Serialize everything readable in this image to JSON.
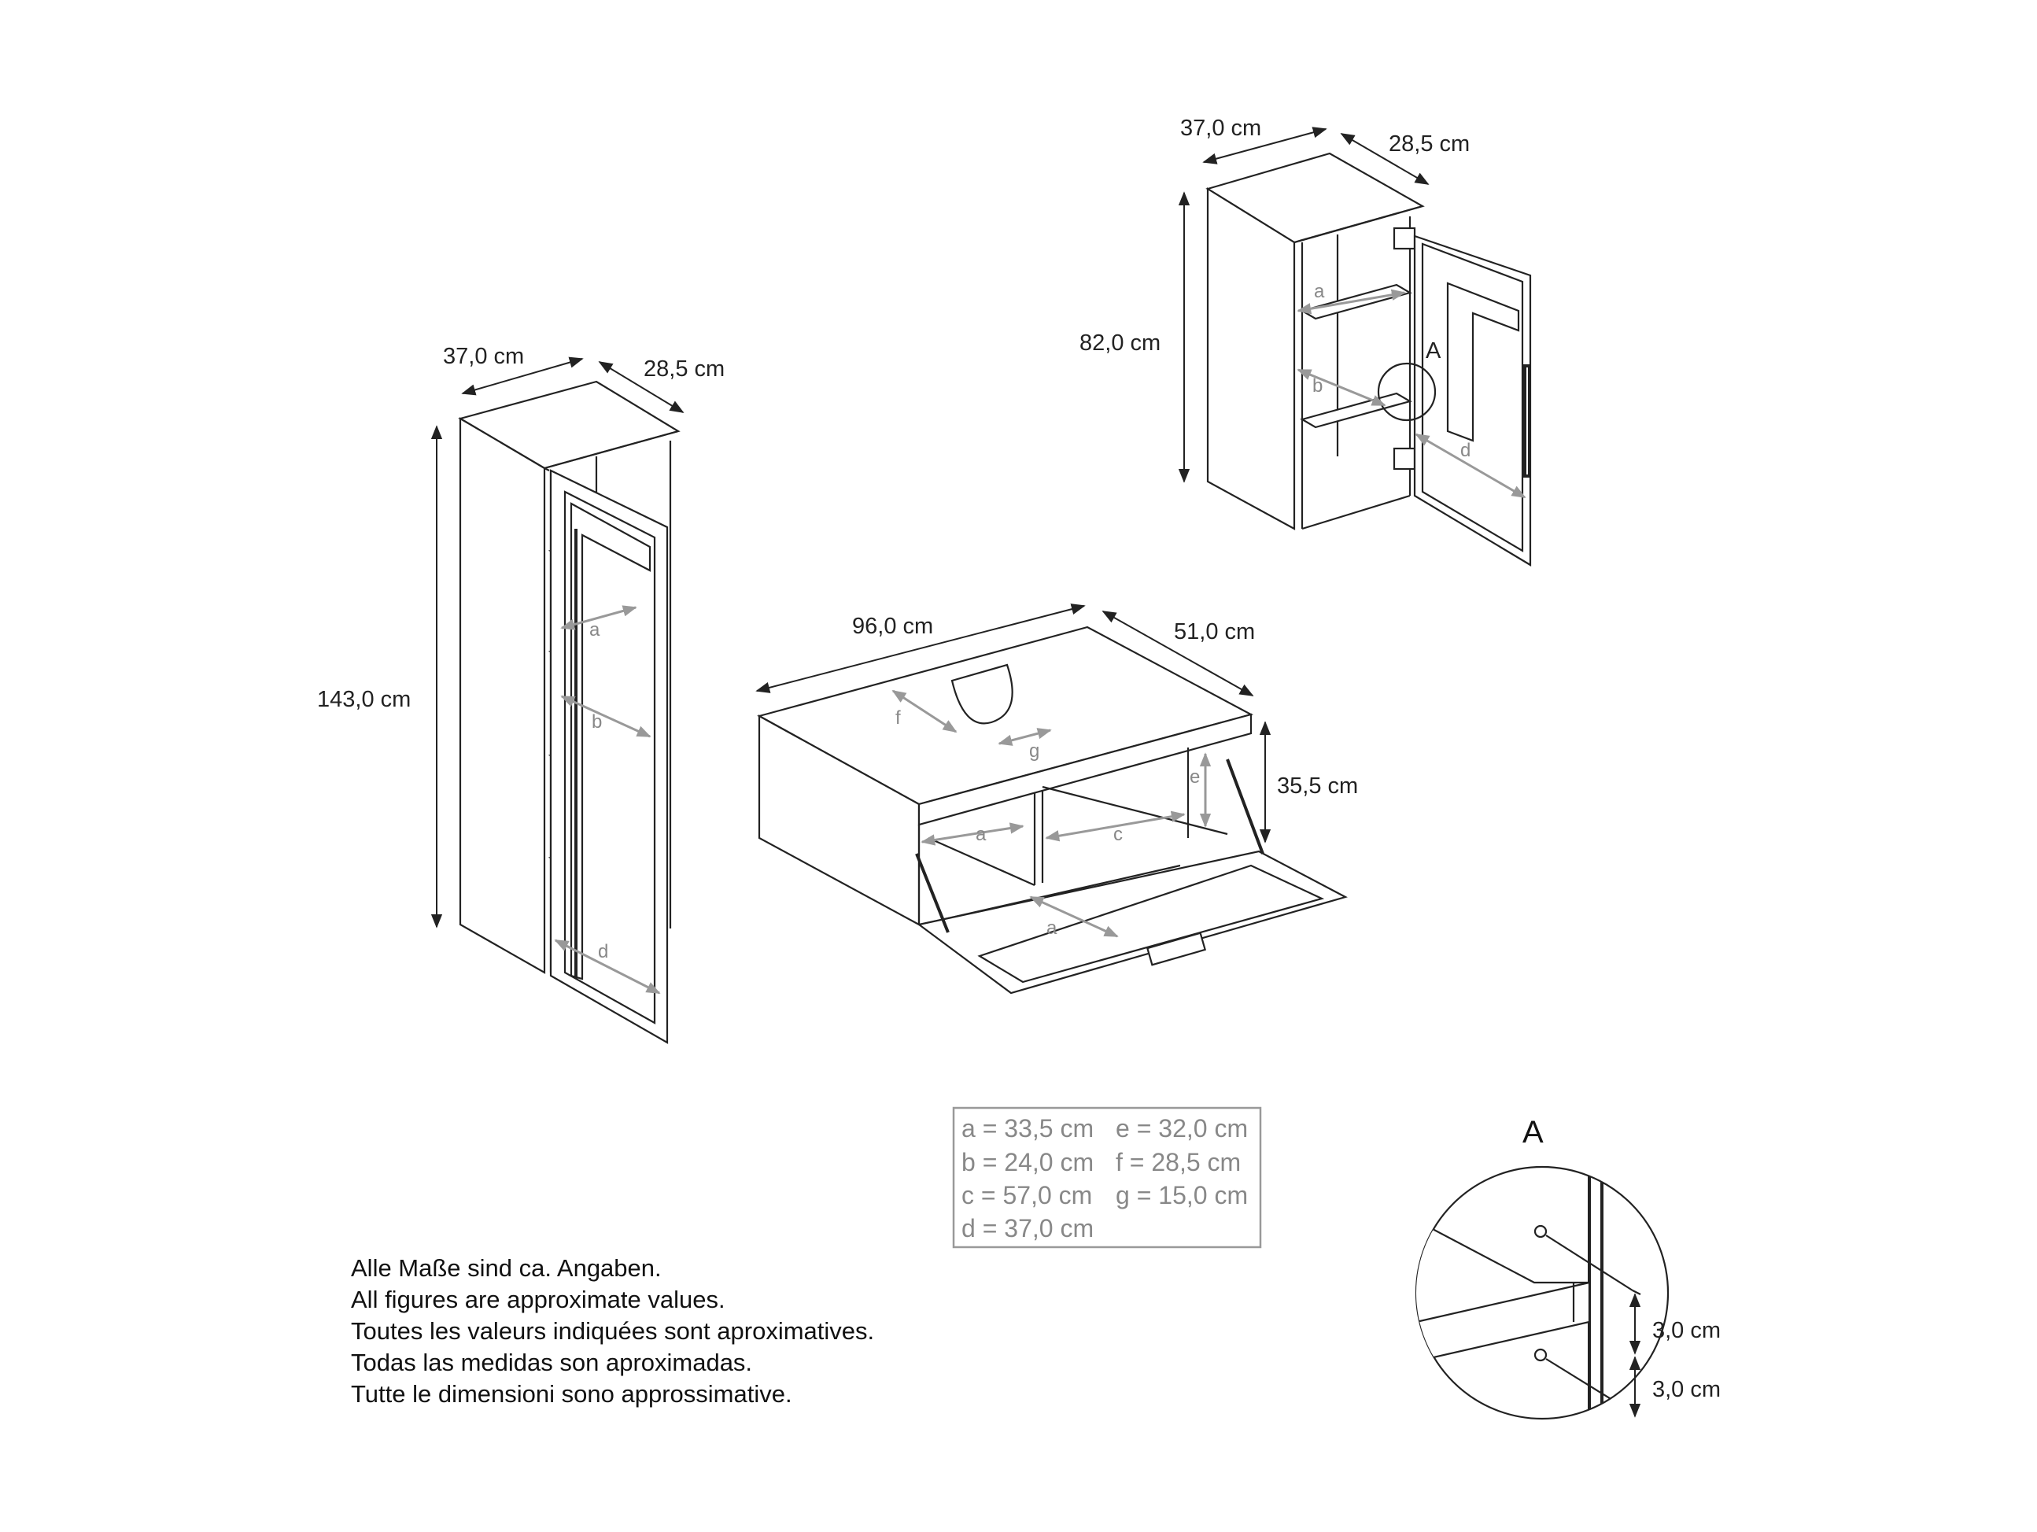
{
  "tall_cabinet": {
    "width": "37,0 cm",
    "depth": "28,5 cm",
    "height": "143,0 cm",
    "labels": {
      "a": "a",
      "b": "b",
      "d": "d"
    }
  },
  "wall_cabinet": {
    "width": "37,0 cm",
    "depth": "28,5 cm",
    "height": "82,0 cm",
    "detail_marker": "A",
    "labels": {
      "a": "a",
      "b": "b",
      "d": "d"
    }
  },
  "sink_cabinet": {
    "width": "96,0 cm",
    "depth": "51,0 cm",
    "height": "35,5 cm",
    "labels": {
      "a1": "a",
      "a2": "a",
      "c": "c",
      "e": "e",
      "f": "f",
      "g": "g"
    }
  },
  "legend": {
    "rows": [
      [
        "a = 33,5 cm",
        "e = 32,0 cm"
      ],
      [
        "b = 24,0 cm",
        "f  = 28,5 cm"
      ],
      [
        "c = 57,0 cm",
        "g = 15,0 cm"
      ],
      [
        "d = 37,0 cm",
        ""
      ]
    ]
  },
  "detail_a": {
    "title": "A",
    "dim_upper": "3,0 cm",
    "dim_lower": "3,0 cm"
  },
  "notes": [
    "Alle Maße sind ca. Angaben.",
    "All figures are approximate values.",
    "Toutes les valeurs indiquées sont aproximatives.",
    "Todas las medidas son aproximadas.",
    "Tutte le dimensioni sono approssimative."
  ]
}
